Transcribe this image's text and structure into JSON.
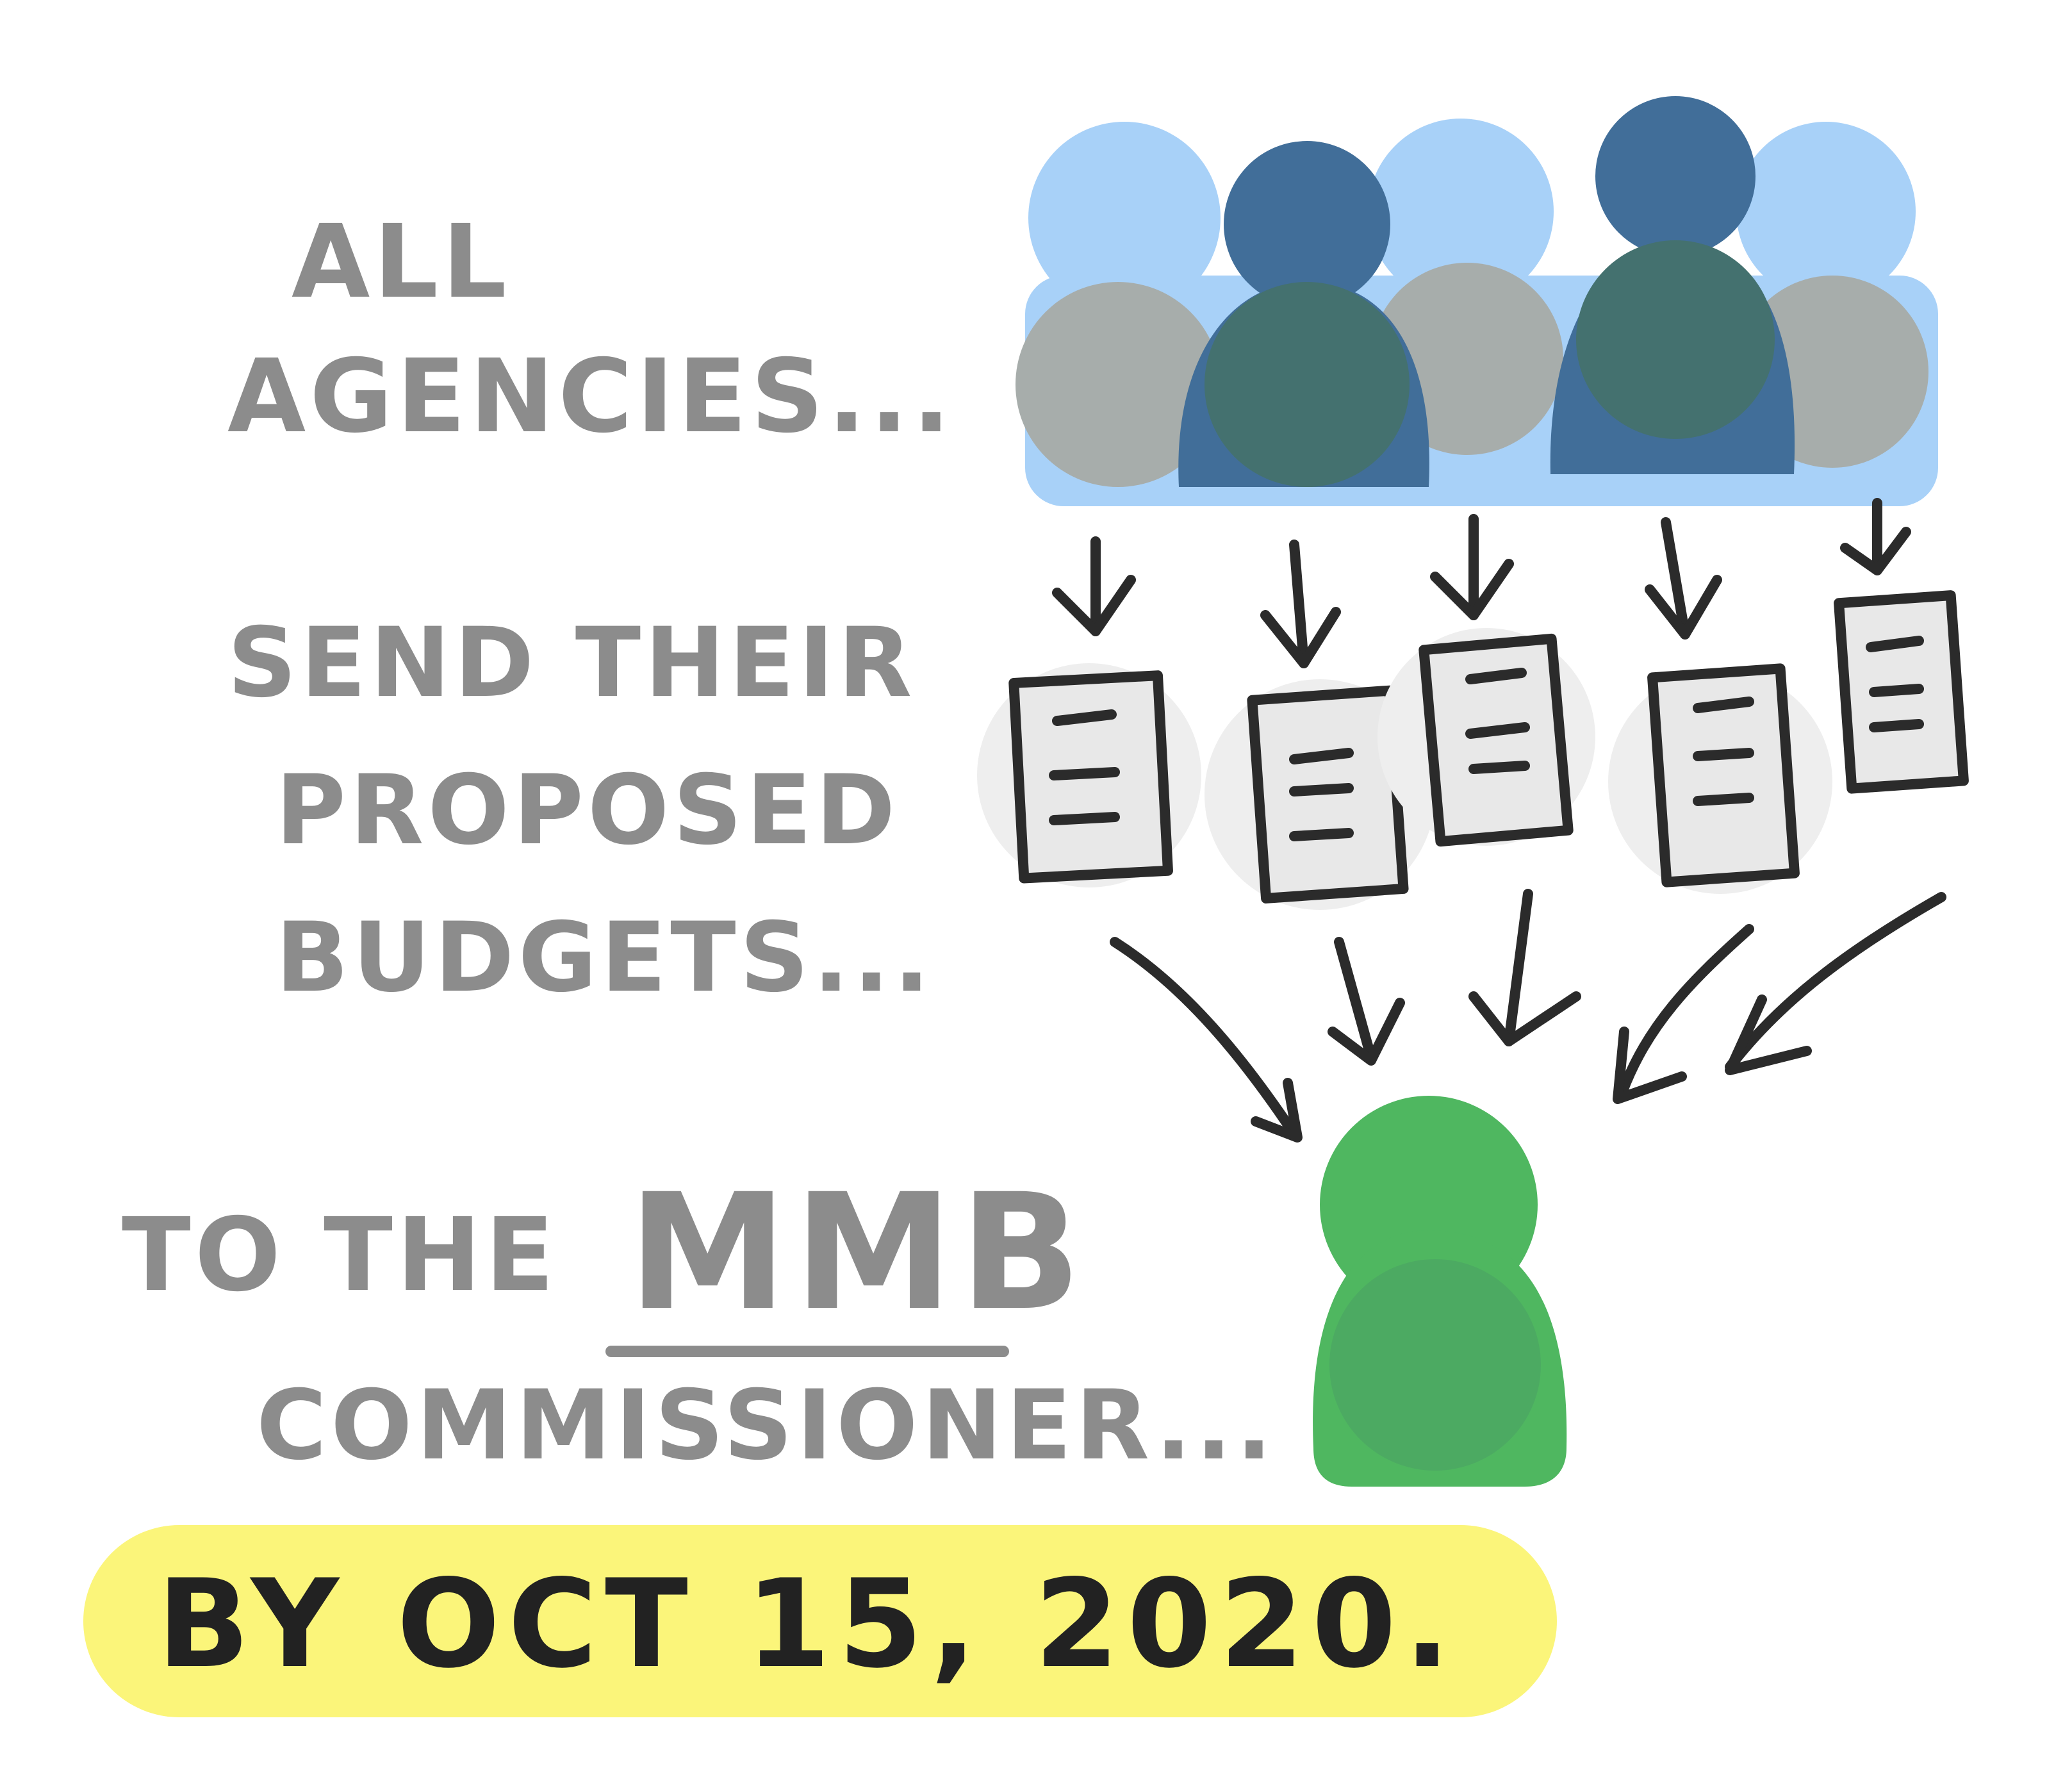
{
  "lines": {
    "all": "ALL",
    "agencies": "AGENCIES...",
    "send_their": "SEND THEIR",
    "proposed": "PROPOSED",
    "budgets": "BUDGETS...",
    "to_the": "TO THE",
    "mmb": "MMB",
    "commissioner": "COMMISSIONER...",
    "deadline": "BY OCT 15, 2020."
  },
  "colors": {
    "agency_light": "#a8d1f8",
    "agency_dark": "#416e99",
    "agency_gray": "#a7adab",
    "agency_overlap": "#44716f",
    "commissioner": "#4fb760",
    "document_fill": "#e8e8e8",
    "ink": "#2b2b2b",
    "highlight": "#fbf57a",
    "text_gray": "#8c8c8c"
  },
  "icons": [
    "agency-person-icon",
    "document-icon",
    "arrow-icon",
    "commissioner-person-icon"
  ]
}
